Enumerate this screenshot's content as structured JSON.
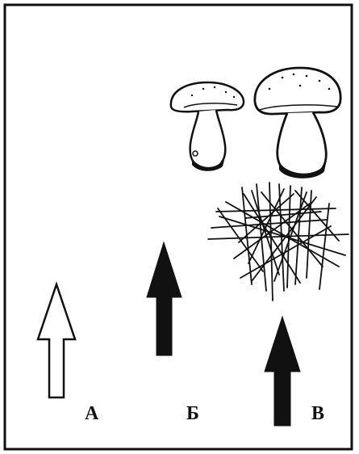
{
  "labels": {
    "a": "А",
    "b": "Б",
    "v": "В"
  },
  "figure": {
    "arrow_a_style": "outline",
    "arrow_b_style": "filled",
    "arrow_v_style": "filled",
    "items_b": [
      "mushroom-small"
    ],
    "items_v": [
      "mushroom-large",
      "mycelium-lines"
    ],
    "colors": {
      "ink": "#111111",
      "paper": "#ffffff"
    }
  }
}
